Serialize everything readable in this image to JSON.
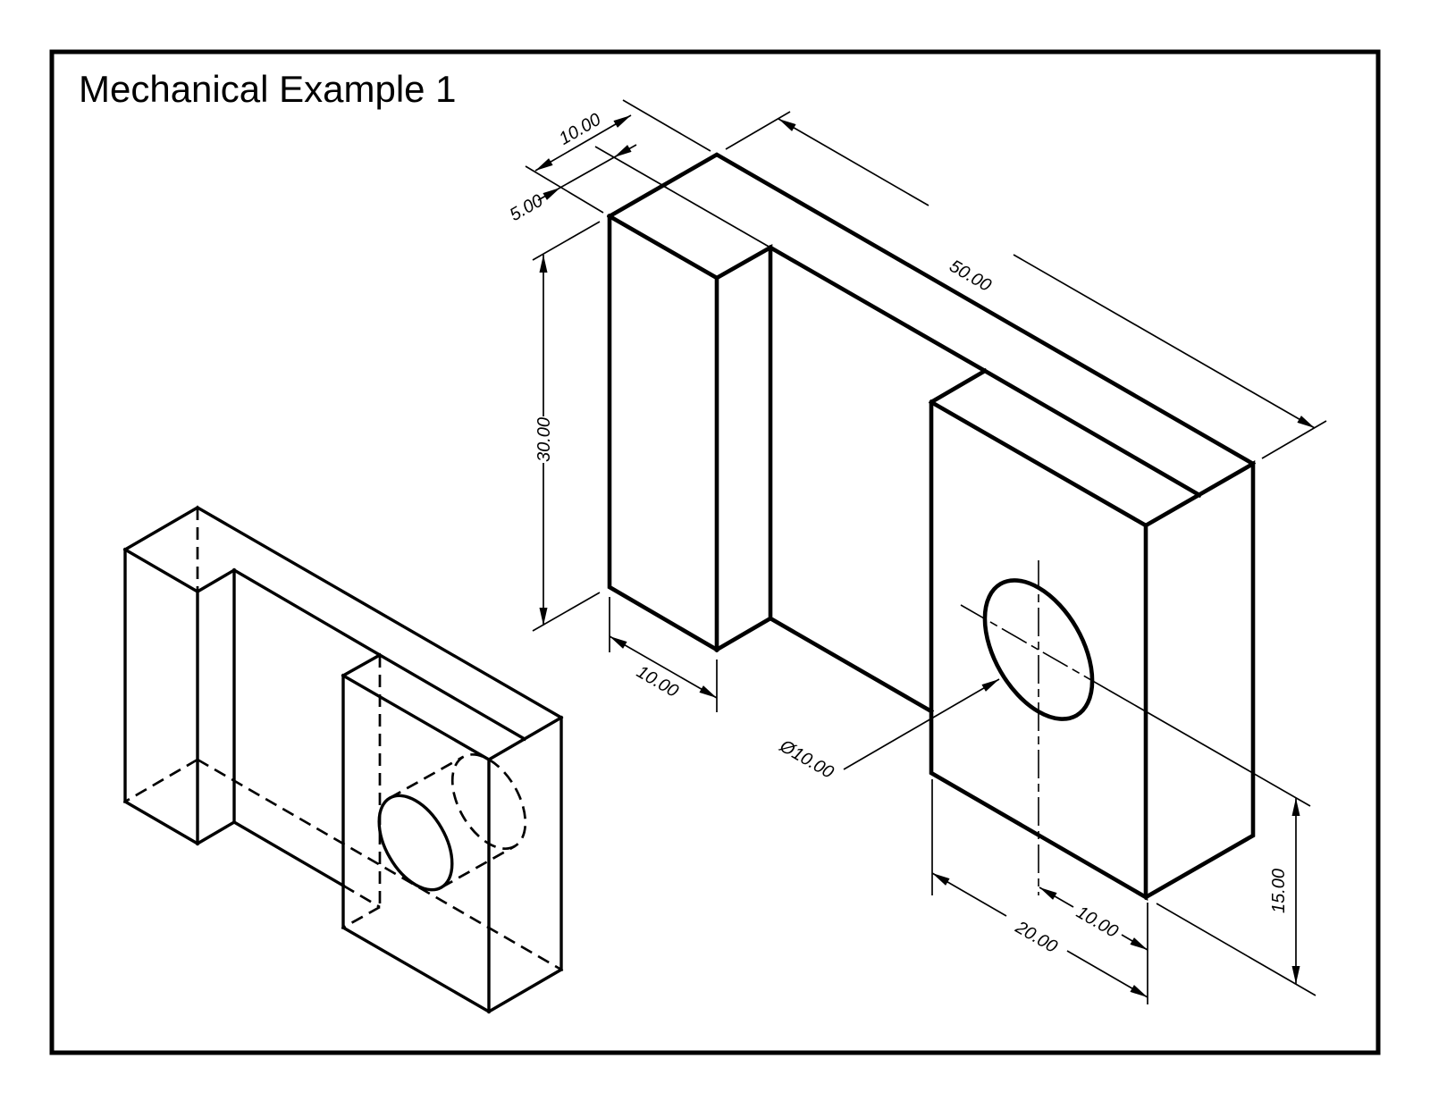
{
  "page": {
    "title": "Mechanical Example 1"
  },
  "colors": {
    "ink": "#000000",
    "paper": "#ffffff"
  },
  "views": {
    "pictorial": "hidden-line pictorial view",
    "dimensioned": "dimensioned isometric view"
  },
  "dimensions": {
    "total_depth": {
      "label": "10.00"
    },
    "front_plate_depth": {
      "label": "5.00"
    },
    "overall_height": {
      "label": "30.00"
    },
    "overall_length": {
      "label": "50.00"
    },
    "column_width": {
      "label": "10.00"
    },
    "hole_diameter": {
      "label": "Ø10.00"
    },
    "right_block_width": {
      "label": "20.00"
    },
    "hole_edge_offset": {
      "label": "10.00"
    },
    "hole_center_height": {
      "label": "15.00"
    }
  }
}
